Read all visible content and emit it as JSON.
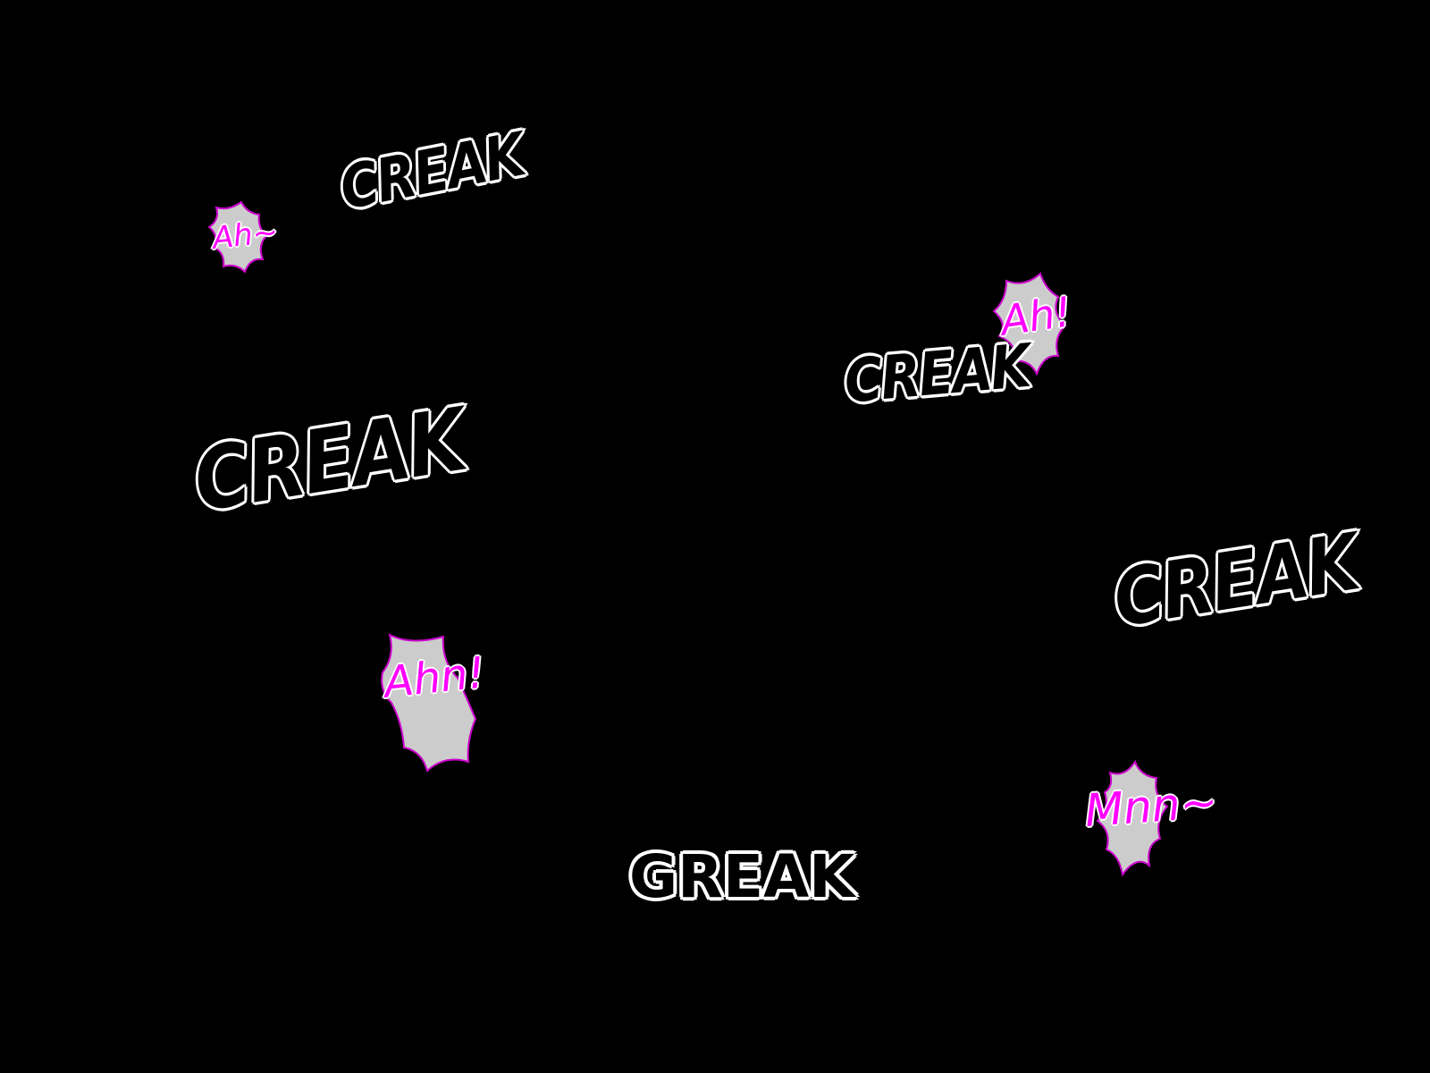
{
  "sound_effects": [
    {
      "text": "CREAK"
    },
    {
      "text": "CREAK"
    },
    {
      "text": "CREAK"
    },
    {
      "text": "CREAK"
    },
    {
      "text": "GREAK"
    }
  ],
  "moans": [
    {
      "text": "Ah~"
    },
    {
      "text": "Ah!"
    },
    {
      "text": "Ahn!"
    },
    {
      "text": "Mnn~"
    }
  ],
  "colors": {
    "background": "#000000",
    "sfx_fill": "#000000",
    "sfx_outline": "#ffffff",
    "moan_text": "#ff00ff",
    "burst_fill": "#cccccc",
    "burst_outline": "#cc00cc"
  }
}
